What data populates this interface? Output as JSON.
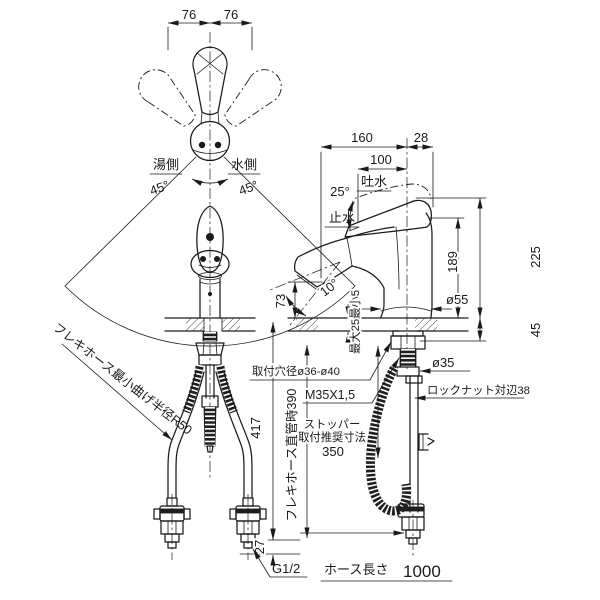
{
  "rotation_view": {
    "dim_left": "76",
    "dim_right": "76",
    "hot_label": "湯側",
    "cold_label": "水側",
    "hot_angle": "45°",
    "cold_angle": "45°"
  },
  "side_view": {
    "dim_reach": "160",
    "dim_rear": "28",
    "dim_spout": "100",
    "lever_angle": "25°",
    "discharge_label": "吐水",
    "stop_label": "止水",
    "dim_total_height": "225",
    "dim_spout_height": "189",
    "head_angle": "10°",
    "base_dia": "ø55",
    "dim_under_deck": "45",
    "deck_thickness_note": "最大25最小5",
    "shank_dia": "ø35",
    "locknut_note": "ロックナット対辺38",
    "mount_hole_note": "取付穴径ø36-ø40",
    "thread_note": "M35X1,5",
    "stopper_line1": "ストッパー",
    "stopper_line2": "取付推奨寸法",
    "stopper_line3": "350",
    "hose_length_label": "ホース長さ",
    "hose_length_value": "1000"
  },
  "front_view": {
    "dim_outlet_height": "73",
    "dim_hose_drop": "417",
    "dim_fitting": "27",
    "hose_straight_note": "フレキホース直管時390",
    "hose_bend_note": "フレキホース最小曲げ半径R50",
    "connection_thread": "G1/2"
  }
}
